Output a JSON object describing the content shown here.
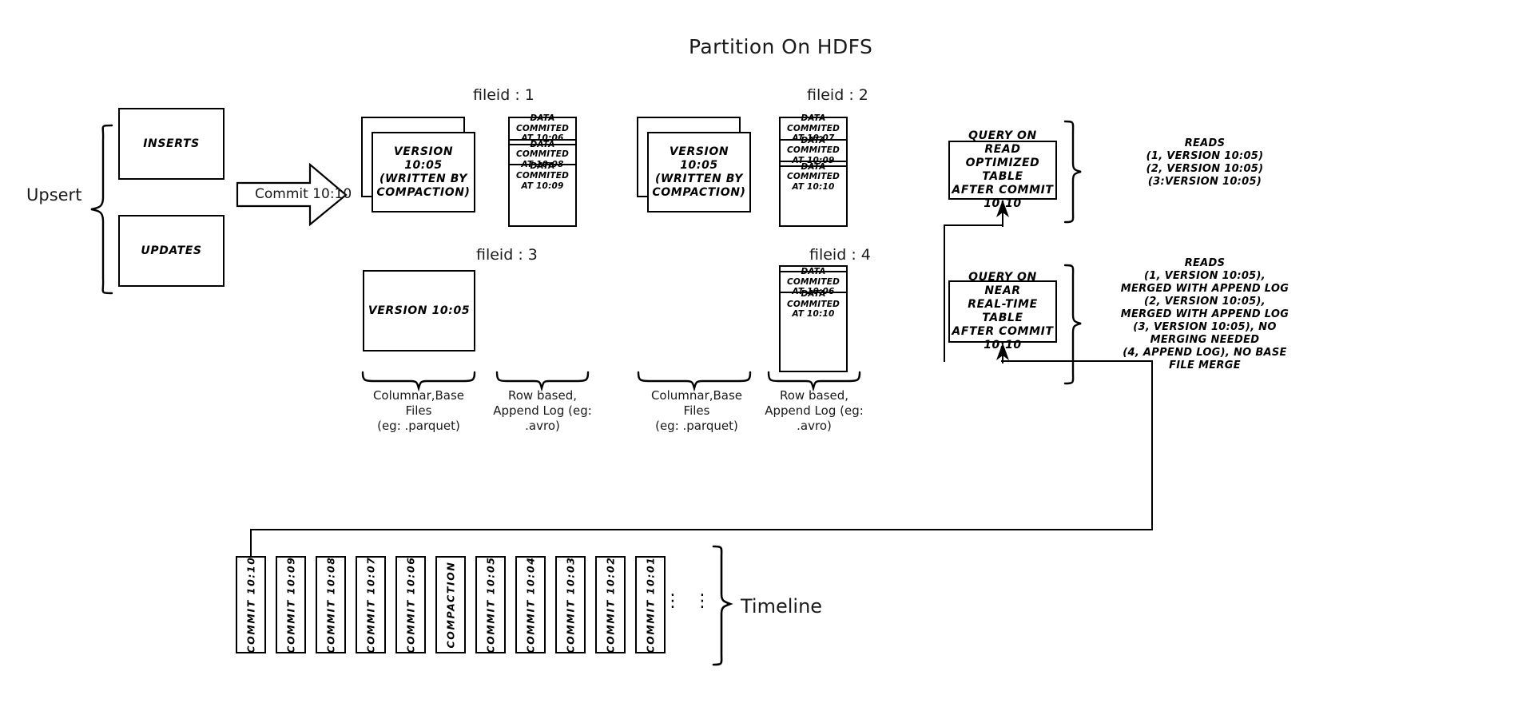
{
  "title": "Partition On HDFS",
  "left": {
    "upsert_label": "Upsert",
    "inserts_label": "INSERTS",
    "updates_label": "UPDATES",
    "commit_arrow_label": "Commit 10:10"
  },
  "filegroups": [
    {
      "id": "fileid-1",
      "header": "fileid : 1",
      "base_text": "VERSION 10:05\n(WRITTEN BY\nCOMPACTION)",
      "base_line1": "VERSION 10:05",
      "base_line2": "(WRITTEN BY",
      "base_line3": "COMPACTION)",
      "stacked": true,
      "log_entries": [
        "DATA COMMITED\nAT 10:06",
        "DATA COMMITED\nAT 10:08",
        "DATA COMMITED\nAT 10:09"
      ],
      "log_rows": [
        {
          "l1": "DATA COMMITED",
          "l2": "AT 10:06"
        },
        {
          "l1": "DATA COMMITED",
          "l2": "AT 10:08"
        },
        {
          "l1": "DATA COMMITED",
          "l2": "AT 10:09"
        }
      ]
    },
    {
      "id": "fileid-2",
      "header": "fileid : 2",
      "base_line1": "VERSION 10:05",
      "base_line2": "(WRITTEN BY",
      "base_line3": "COMPACTION)",
      "stacked": true,
      "log_rows": [
        {
          "l1": "DATA COMMITED",
          "l2": "AT 10:07"
        },
        {
          "l1": "DATA COMMITED",
          "l2": "AT 10:09"
        },
        {
          "l1": "DATA COMMITED",
          "l2": "AT 10:10"
        }
      ]
    },
    {
      "id": "fileid-3",
      "header": "fileid : 3",
      "base_line1": "VERSION 10:05",
      "base_line2": "",
      "base_line3": "",
      "stacked": false,
      "log_rows": []
    },
    {
      "id": "fileid-4",
      "header": "fileid : 4",
      "base_line1": "",
      "base_line2": "",
      "base_line3": "",
      "stacked": false,
      "log_rows": [
        {
          "l1": "DATA COMMITED",
          "l2": "AT 10:06"
        },
        {
          "l1": "DATA COMMITED",
          "l2": "AT 10:10"
        }
      ]
    }
  ],
  "captions": {
    "columnar_left_l1": "Columnar,Base Files",
    "columnar_left_l2": "(eg: .parquet)",
    "rowlog_left_l1": "Row based,",
    "rowlog_left_l2": "Append Log  (eg:",
    "rowlog_left_l3": ".avro)",
    "columnar_right_l1": "Columnar,Base Files",
    "columnar_right_l2": "(eg: .parquet)",
    "rowlog_right_l1": "Row based,",
    "rowlog_right_l2": "Append Log  (eg:",
    "rowlog_right_l3": ".avro)"
  },
  "queries": {
    "read_optimized": {
      "l1": "QUERY ON READ",
      "l2": "OPTIMIZED TABLE",
      "l3": "AFTER COMMIT",
      "l4": "10:10"
    },
    "near_realtime": {
      "l1": "QUERY ON NEAR",
      "l2": "REAL-TIME TABLE",
      "l3": "AFTER COMMIT",
      "l4": "10:10"
    }
  },
  "reads": {
    "read_optimized": [
      "READS",
      "(1, VERSION 10:05)",
      "(2, VERSION 10:05)",
      "(3:VERSION 10:05)"
    ],
    "near_realtime": [
      "READS",
      "(1, VERSION 10:05),",
      "MERGED WITH APPEND LOG",
      "(2, VERSION 10:05),",
      "MERGED WITH APPEND LOG",
      "(3, VERSION 10:05), NO",
      "MERGING NEEDED",
      "(4, APPEND LOG), NO BASE",
      "FILE MERGE"
    ]
  },
  "timeline": {
    "label": "Timeline",
    "items": [
      "COMMIT  10:10",
      "COMMIT  10:09",
      "COMMIT  10:08",
      "COMMIT  10:07",
      "COMMIT  10:06",
      "COMPACTION",
      "COMMIT  10:05",
      "COMMIT  10:04",
      "COMMIT  10:03",
      "COMMIT  10:02",
      "COMMIT  10:01"
    ],
    "ellipsis": "⋮"
  },
  "colors": {
    "stroke": "#000000",
    "background": "#ffffff",
    "text": "#1a1a1a"
  }
}
